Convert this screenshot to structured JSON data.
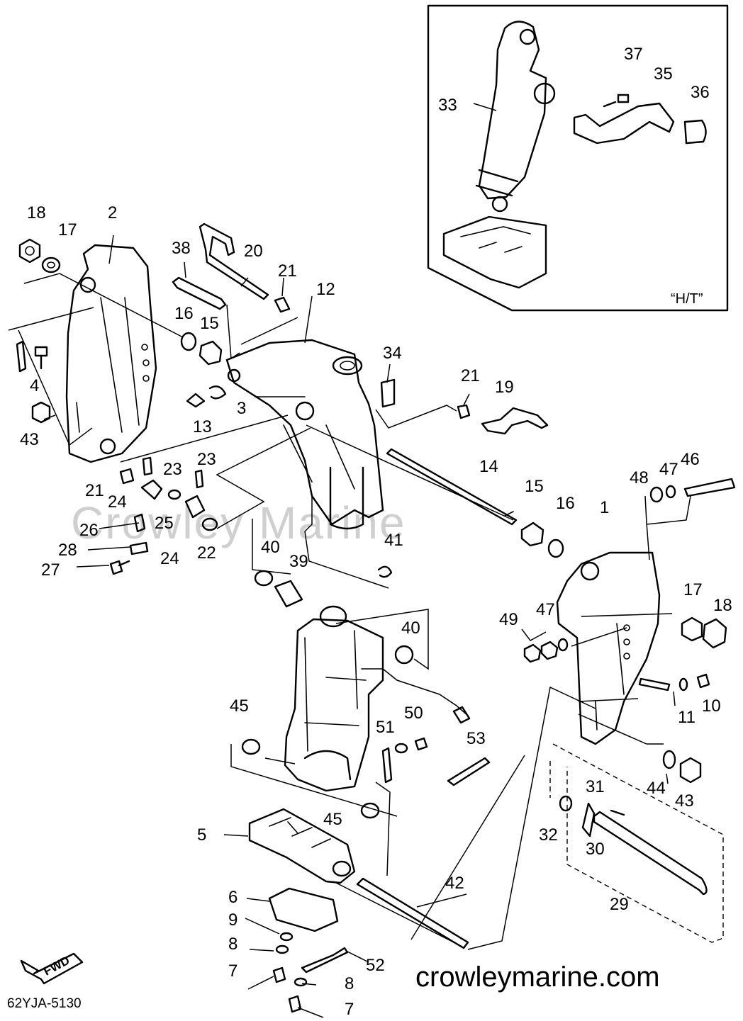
{
  "diagram": {
    "diagram_code": "62YJA-5130",
    "website": "crowleymarine.com",
    "watermark": "Crowley Marine",
    "inset_label": "“H/T”",
    "direction_label": "FWD",
    "callouts": [
      {
        "id": "c1",
        "label": "1"
      },
      {
        "id": "c2",
        "label": "2"
      },
      {
        "id": "c3",
        "label": "3"
      },
      {
        "id": "c4",
        "label": "4"
      },
      {
        "id": "c5",
        "label": "5"
      },
      {
        "id": "c6",
        "label": "6"
      },
      {
        "id": "c7a",
        "label": "7"
      },
      {
        "id": "c7b",
        "label": "7"
      },
      {
        "id": "c8a",
        "label": "8"
      },
      {
        "id": "c8b",
        "label": "8"
      },
      {
        "id": "c9",
        "label": "9"
      },
      {
        "id": "c10",
        "label": "10"
      },
      {
        "id": "c11",
        "label": "11"
      },
      {
        "id": "c12",
        "label": "12"
      },
      {
        "id": "c13",
        "label": "13"
      },
      {
        "id": "c14",
        "label": "14"
      },
      {
        "id": "c15a",
        "label": "15"
      },
      {
        "id": "c15b",
        "label": "15"
      },
      {
        "id": "c16a",
        "label": "16"
      },
      {
        "id": "c16b",
        "label": "16"
      },
      {
        "id": "c17a",
        "label": "17"
      },
      {
        "id": "c17b",
        "label": "17"
      },
      {
        "id": "c18a",
        "label": "18"
      },
      {
        "id": "c18b",
        "label": "18"
      },
      {
        "id": "c19",
        "label": "19"
      },
      {
        "id": "c20",
        "label": "20"
      },
      {
        "id": "c21a",
        "label": "21"
      },
      {
        "id": "c21b",
        "label": "21"
      },
      {
        "id": "c21c",
        "label": "21"
      },
      {
        "id": "c22",
        "label": "22"
      },
      {
        "id": "c23a",
        "label": "23"
      },
      {
        "id": "c23b",
        "label": "23"
      },
      {
        "id": "c24a",
        "label": "24"
      },
      {
        "id": "c24b",
        "label": "24"
      },
      {
        "id": "c25",
        "label": "25"
      },
      {
        "id": "c26",
        "label": "26"
      },
      {
        "id": "c27",
        "label": "27"
      },
      {
        "id": "c28",
        "label": "28"
      },
      {
        "id": "c29",
        "label": "29"
      },
      {
        "id": "c30",
        "label": "30"
      },
      {
        "id": "c31",
        "label": "31"
      },
      {
        "id": "c32",
        "label": "32"
      },
      {
        "id": "c33",
        "label": "33"
      },
      {
        "id": "c34",
        "label": "34"
      },
      {
        "id": "c35",
        "label": "35"
      },
      {
        "id": "c36",
        "label": "36"
      },
      {
        "id": "c37",
        "label": "37"
      },
      {
        "id": "c38",
        "label": "38"
      },
      {
        "id": "c39",
        "label": "39"
      },
      {
        "id": "c40a",
        "label": "40"
      },
      {
        "id": "c40b",
        "label": "40"
      },
      {
        "id": "c41",
        "label": "41"
      },
      {
        "id": "c42",
        "label": "42"
      },
      {
        "id": "c43a",
        "label": "43"
      },
      {
        "id": "c43b",
        "label": "43"
      },
      {
        "id": "c44",
        "label": "44"
      },
      {
        "id": "c45a",
        "label": "45"
      },
      {
        "id": "c45b",
        "label": "45"
      },
      {
        "id": "c46",
        "label": "46"
      },
      {
        "id": "c47a",
        "label": "47"
      },
      {
        "id": "c47b",
        "label": "47"
      },
      {
        "id": "c48",
        "label": "48"
      },
      {
        "id": "c49",
        "label": "49"
      },
      {
        "id": "c50",
        "label": "50"
      },
      {
        "id": "c51",
        "label": "51"
      },
      {
        "id": "c52",
        "label": "52"
      },
      {
        "id": "c53",
        "label": "53"
      }
    ]
  }
}
